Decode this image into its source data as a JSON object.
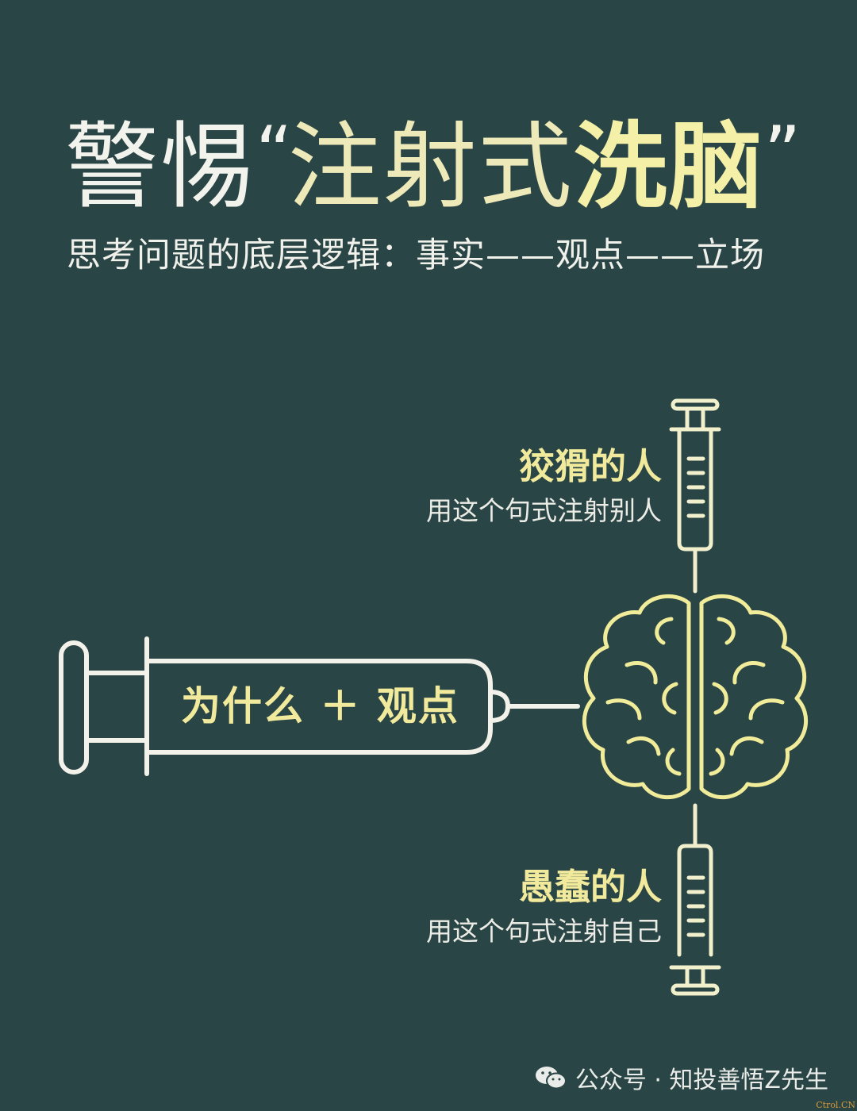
{
  "title": {
    "prefix": "警惕",
    "open_quote": "“",
    "middle": "注射式",
    "emphasis": "洗脑",
    "close_quote": "”"
  },
  "subtitle": "思考问题的底层逻辑：事实——观点——立场",
  "top_group": {
    "heading": "狡猾的人",
    "caption": "用这个句式注射别人"
  },
  "bottom_group": {
    "heading": "愚蠢的人",
    "caption": "用这个句式注射自己"
  },
  "syringe_label": "为什么 ＋ 观点",
  "watermark": {
    "icon": "wechat-icon",
    "text": "公众号 · 知投善悟Z先生"
  },
  "corner_mark": "Ctrol.CN",
  "colors": {
    "background": "#2a4545",
    "accent_yellow": "#f1ea9c",
    "line_color": "#f2f0cc",
    "text_white": "#f1f1ec"
  }
}
